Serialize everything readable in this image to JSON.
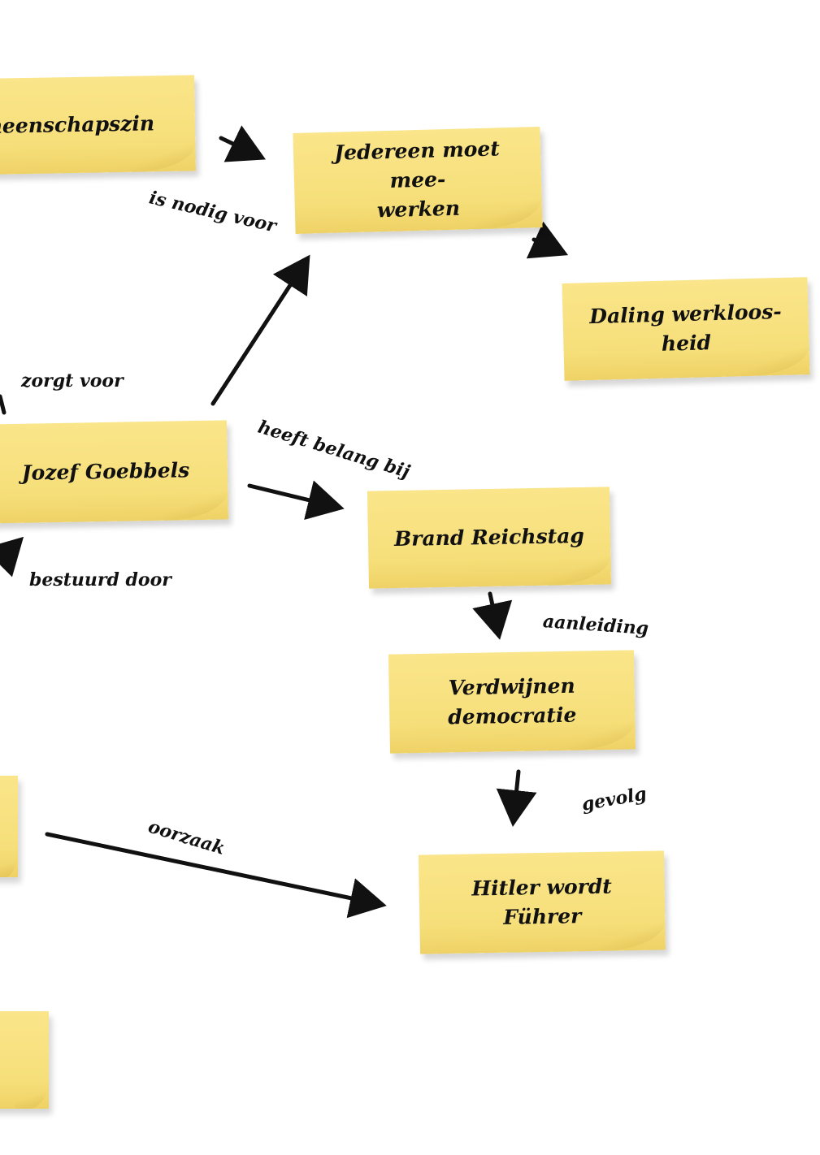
{
  "notes": {
    "gemeenschapszin": "emeenschapszin",
    "jedereen": "Jedereen moet mee-\nwerken",
    "daling": "Daling werkloos-\nheid",
    "goebbels": "Jozef Goebbels",
    "reichstag": "Brand Reichstag",
    "democratie": "Verdwijnen\ndemocratie",
    "fuhrer": "Hitler wordt\nFührer"
  },
  "labels": {
    "is_nodig_voor": "is nodig voor",
    "zorgt_voor": "zorgt voor",
    "heeft_belang_bij": "heeft belang bij",
    "bestuurd_door": "bestuurd door",
    "aanleiding": "aanleiding",
    "gevolg": "gevolg",
    "oorzaak": "oorzaak"
  },
  "colors": {
    "note": "#f6df7a",
    "arrow": "#111111",
    "background": "#ffffff"
  }
}
